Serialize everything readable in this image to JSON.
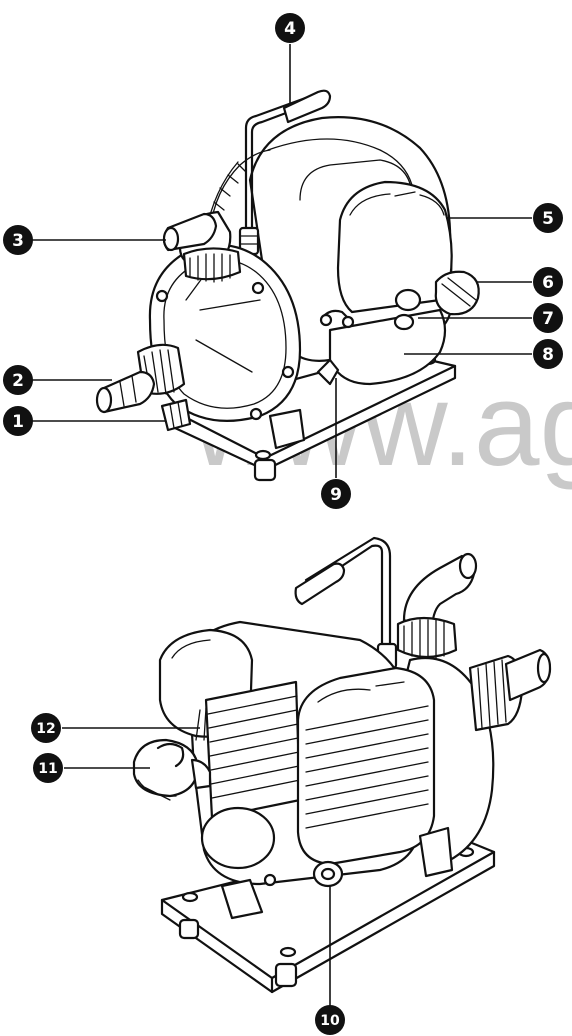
{
  "watermark": "www.ag",
  "callouts": [
    {
      "number": "1"
    },
    {
      "number": "2"
    },
    {
      "number": "3"
    },
    {
      "number": "4"
    },
    {
      "number": "5"
    },
    {
      "number": "6"
    },
    {
      "number": "7"
    },
    {
      "number": "8"
    },
    {
      "number": "9"
    },
    {
      "number": "10"
    },
    {
      "number": "11"
    },
    {
      "number": "12"
    }
  ]
}
